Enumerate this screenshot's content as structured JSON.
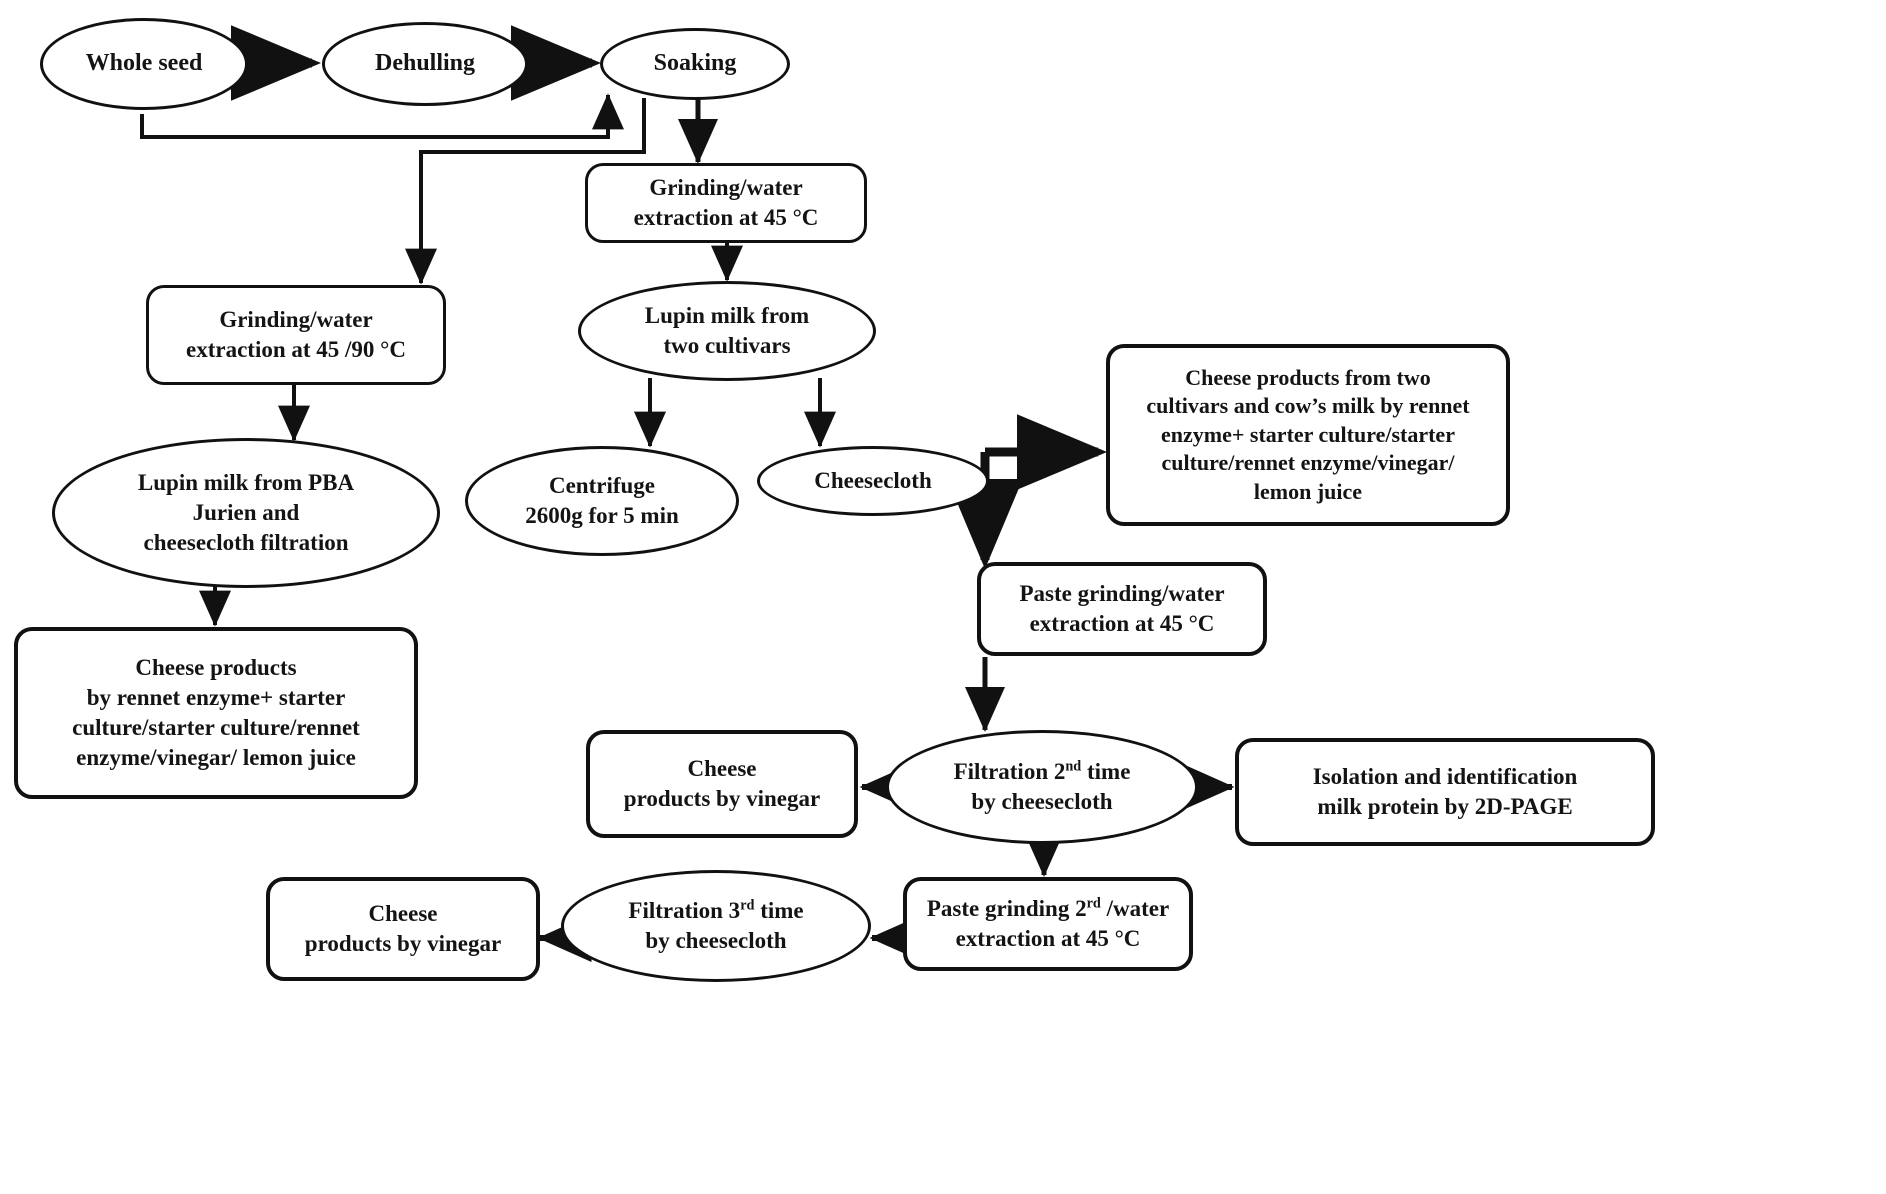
{
  "diagram": {
    "title": "Lupin seed to cheese product processing flowchart",
    "line_color": "#111111",
    "text_color": "#141414",
    "background": "#ffffff",
    "nodes": [
      {
        "id": "whole-seed",
        "shape": "ellipse",
        "lines": [
          "Whole seed"
        ]
      },
      {
        "id": "dehulling",
        "shape": "ellipse",
        "lines": [
          "Dehulling"
        ]
      },
      {
        "id": "soaking",
        "shape": "ellipse",
        "lines": [
          "Soaking"
        ]
      },
      {
        "id": "grinding-45",
        "shape": "rounded-rect",
        "lines": [
          "Grinding/water",
          "extraction at 45 °C"
        ]
      },
      {
        "id": "grinding-45-90",
        "shape": "rounded-rect",
        "lines": [
          "Grinding/water",
          "extraction at 45 /90 °C"
        ]
      },
      {
        "id": "lupin-milk-two",
        "shape": "ellipse",
        "lines": [
          "Lupin milk from",
          "two cultivars"
        ]
      },
      {
        "id": "lupin-milk-pba",
        "shape": "ellipse",
        "lines": [
          "Lupin milk from PBA",
          "Jurien and",
          "cheesecloth filtration"
        ]
      },
      {
        "id": "centrifuge",
        "shape": "ellipse",
        "lines": [
          "Centrifuge",
          "2600g for 5 min"
        ]
      },
      {
        "id": "cheesecloth",
        "shape": "ellipse",
        "lines": [
          "Cheesecloth"
        ]
      },
      {
        "id": "cheese-products-pba",
        "shape": "rounded-rect",
        "lines": [
          "Cheese products",
          "by rennet enzyme+ starter",
          "culture/starter culture/rennet",
          "enzyme/vinegar/ lemon juice"
        ]
      },
      {
        "id": "cheese-products-two-cultivars",
        "shape": "rounded-rect",
        "lines": [
          "Cheese products from two",
          "cultivars and cow’s milk by rennet",
          "enzyme+ starter culture/starter",
          "culture/rennet enzyme/vinegar/",
          "lemon juice"
        ]
      },
      {
        "id": "paste-grinding-1",
        "shape": "rounded-rect",
        "lines": [
          "Paste grinding/water",
          "extraction at 45 °C"
        ]
      },
      {
        "id": "filtration-2nd",
        "shape": "ellipse",
        "lines": [
          "Filtration 2nd time",
          "by cheesecloth"
        ]
      },
      {
        "id": "cheese-vinegar-1",
        "shape": "rounded-rect",
        "lines": [
          "Cheese",
          "products by vinegar"
        ]
      },
      {
        "id": "isolation-2dpage",
        "shape": "rounded-rect",
        "lines": [
          "Isolation and identification",
          "milk protein by 2D-PAGE"
        ]
      },
      {
        "id": "paste-grinding-2",
        "shape": "rounded-rect",
        "lines": [
          "Paste grinding 2rd /water",
          "extraction at 45 °C"
        ]
      },
      {
        "id": "filtration-3rd",
        "shape": "ellipse",
        "lines": [
          "Filtration 3rd time",
          "by cheesecloth"
        ]
      },
      {
        "id": "cheese-vinegar-2",
        "shape": "rounded-rect",
        "lines": [
          "Cheese",
          "products by vinegar"
        ]
      }
    ]
  },
  "nodes": {
    "whole_seed": {
      "l1": "Whole seed"
    },
    "dehulling": {
      "l1": "Dehulling"
    },
    "soaking": {
      "l1": "Soaking"
    },
    "grinding_45": {
      "l1": "Grinding/water",
      "l2": "extraction at 45 °C"
    },
    "grinding_45_90": {
      "l1": "Grinding/water",
      "l2": "extraction at 45 /90 °C"
    },
    "lupin_milk_two": {
      "l1": "Lupin milk from",
      "l2": "two cultivars"
    },
    "lupin_milk_pba": {
      "l1": "Lupin milk from PBA",
      "l2": "Jurien and",
      "l3": "cheesecloth filtration"
    },
    "centrifuge": {
      "l1": "Centrifuge",
      "l2": "2600g for 5 min"
    },
    "cheesecloth": {
      "l1": "Cheesecloth"
    },
    "cheese_products_pba": {
      "l1": "Cheese products",
      "l2": "by rennet enzyme+ starter",
      "l3": "culture/starter culture/rennet",
      "l4": "enzyme/vinegar/ lemon juice"
    },
    "cheese_products_two_cultivars": {
      "l1": "Cheese products from two",
      "l2": "cultivars and cow’s milk by rennet",
      "l3": "enzyme+ starter culture/starter",
      "l4": "culture/rennet enzyme/vinegar/",
      "l5": "lemon juice"
    },
    "paste_grinding_1": {
      "l1": "Paste grinding/water",
      "l2": "extraction at 45 °C"
    },
    "filtration_2nd": {
      "l1a": "Filtration 2",
      "l1sup": "nd",
      "l1b": " time",
      "l2": "by cheesecloth"
    },
    "cheese_vinegar_1": {
      "l1": "Cheese",
      "l2": "products by vinegar"
    },
    "isolation_2dpage": {
      "l1": "Isolation and identification",
      "l2": "milk protein by 2D-PAGE"
    },
    "paste_grinding_2": {
      "l1a": "Paste grinding 2",
      "l1sup": "rd",
      "l1b": " /water",
      "l2": "extraction at 45 °C"
    },
    "filtration_3rd": {
      "l1a": "Filtration 3",
      "l1sup": "rd",
      "l1b": " time",
      "l2": "by cheesecloth"
    },
    "cheese_vinegar_2": {
      "l1": "Cheese",
      "l2": "products by vinegar"
    }
  }
}
